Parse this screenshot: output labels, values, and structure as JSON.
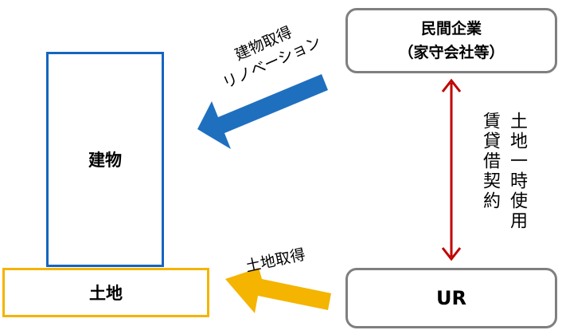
{
  "diagram": {
    "building": {
      "label": "建物"
    },
    "land": {
      "label": "土地"
    },
    "private_company": {
      "line1": "民間企業",
      "line2": "（家守会社等）"
    },
    "ur": {
      "label": "UR"
    },
    "arrow_building": {
      "line1": "建物取得",
      "line2": "リノベーション"
    },
    "arrow_land": {
      "label": "土地取得"
    },
    "relation": {
      "col1": "土地一時使用",
      "col2": "賃貸借契約"
    }
  },
  "colors": {
    "building_border": "#1565c0",
    "land_border": "#f4b400",
    "party_border": "#7f7f7f",
    "blue_arrow": "#1f6fbf",
    "yellow_arrow": "#f4b400",
    "red_arrow": "#c00000"
  }
}
